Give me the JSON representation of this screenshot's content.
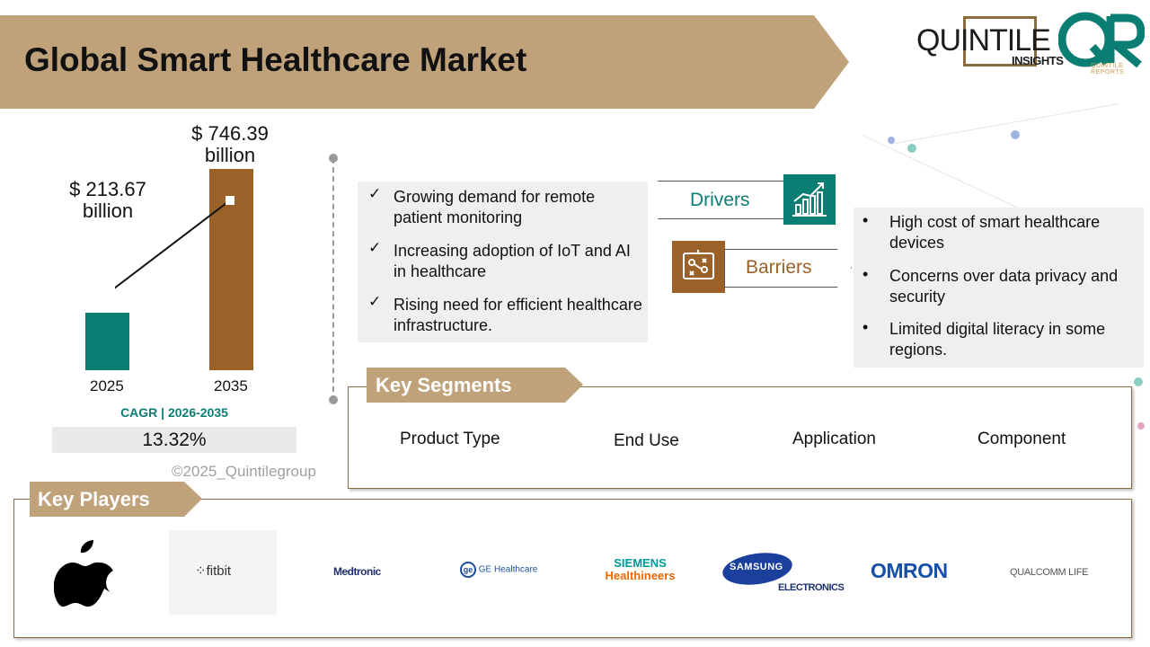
{
  "header": {
    "title": "Global Smart Healthcare Market"
  },
  "brand": {
    "name": "QUINTILE",
    "insights": "INSIGHTS",
    "reports": "QUINTILE REPORTS",
    "qr": "QR"
  },
  "colors": {
    "teal": "#0b7e74",
    "brown": "#9a6228",
    "tan": "#bfa27a"
  },
  "chart_data": {
    "type": "bar",
    "categories": [
      "2025",
      "2035"
    ],
    "values": [
      213.67,
      746.39
    ],
    "value_labels": [
      "$ 213.67\nbillion",
      "$ 746.39\nbillion"
    ],
    "unit": "billion USD"
  },
  "cagr": {
    "label": "CAGR | 2026-2035",
    "value": "13.32%"
  },
  "copyright": "©2025_Quintilegroup",
  "drivers": {
    "label": "Drivers",
    "icon": "growth-chart-icon",
    "items": [
      "Growing demand for remote patient monitoring",
      "Increasing adoption of IoT and AI in healthcare",
      "Rising need for efficient healthcare infrastructure."
    ]
  },
  "barriers": {
    "label": "Barriers",
    "icon": "strategy-board-icon",
    "items": [
      "High cost of smart healthcare devices",
      "Concerns over data privacy and security",
      "Limited digital literacy in some regions."
    ]
  },
  "segments": {
    "title": "Key Segments",
    "items": [
      "Product Type",
      "End Use",
      "Application",
      "Component"
    ]
  },
  "players": {
    "title": "Key Players",
    "logos": [
      "apple-logo",
      "fitbit",
      "Medtronic",
      "GE Healthcare",
      "SIEMENS",
      "Healthineers",
      "SAMSUNG",
      "ELECTRONICS",
      "OMRON",
      "QUALCOMM LIFE"
    ]
  }
}
